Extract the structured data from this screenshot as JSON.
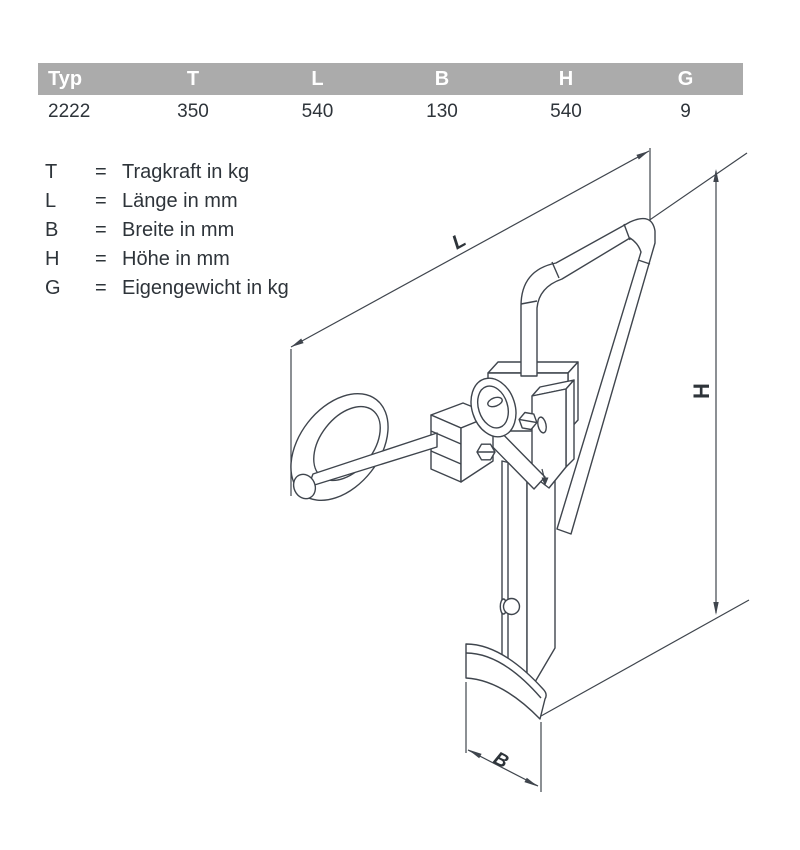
{
  "table": {
    "headers": [
      "Typ",
      "T",
      "L",
      "B",
      "H",
      "G"
    ],
    "row": [
      "2222",
      "350",
      "540",
      "130",
      "540",
      "9"
    ]
  },
  "legend": {
    "items": [
      {
        "symbol": "T",
        "eq": "=",
        "desc": "Tragkraft in kg"
      },
      {
        "symbol": "L",
        "eq": "=",
        "desc": "Länge in mm"
      },
      {
        "symbol": "B",
        "eq": "=",
        "desc": "Breite in mm"
      },
      {
        "symbol": "H",
        "eq": "=",
        "desc": "Höhe in mm"
      },
      {
        "symbol": "G",
        "eq": "=",
        "desc": "Eigengewicht in kg"
      }
    ]
  },
  "drawing": {
    "labels": {
      "length": "L",
      "height": "H",
      "width": "B"
    }
  },
  "colors": {
    "header_bg": "#ababab",
    "header_text": "#ffffff",
    "text": "#2e343a",
    "line": "#3f454d"
  }
}
